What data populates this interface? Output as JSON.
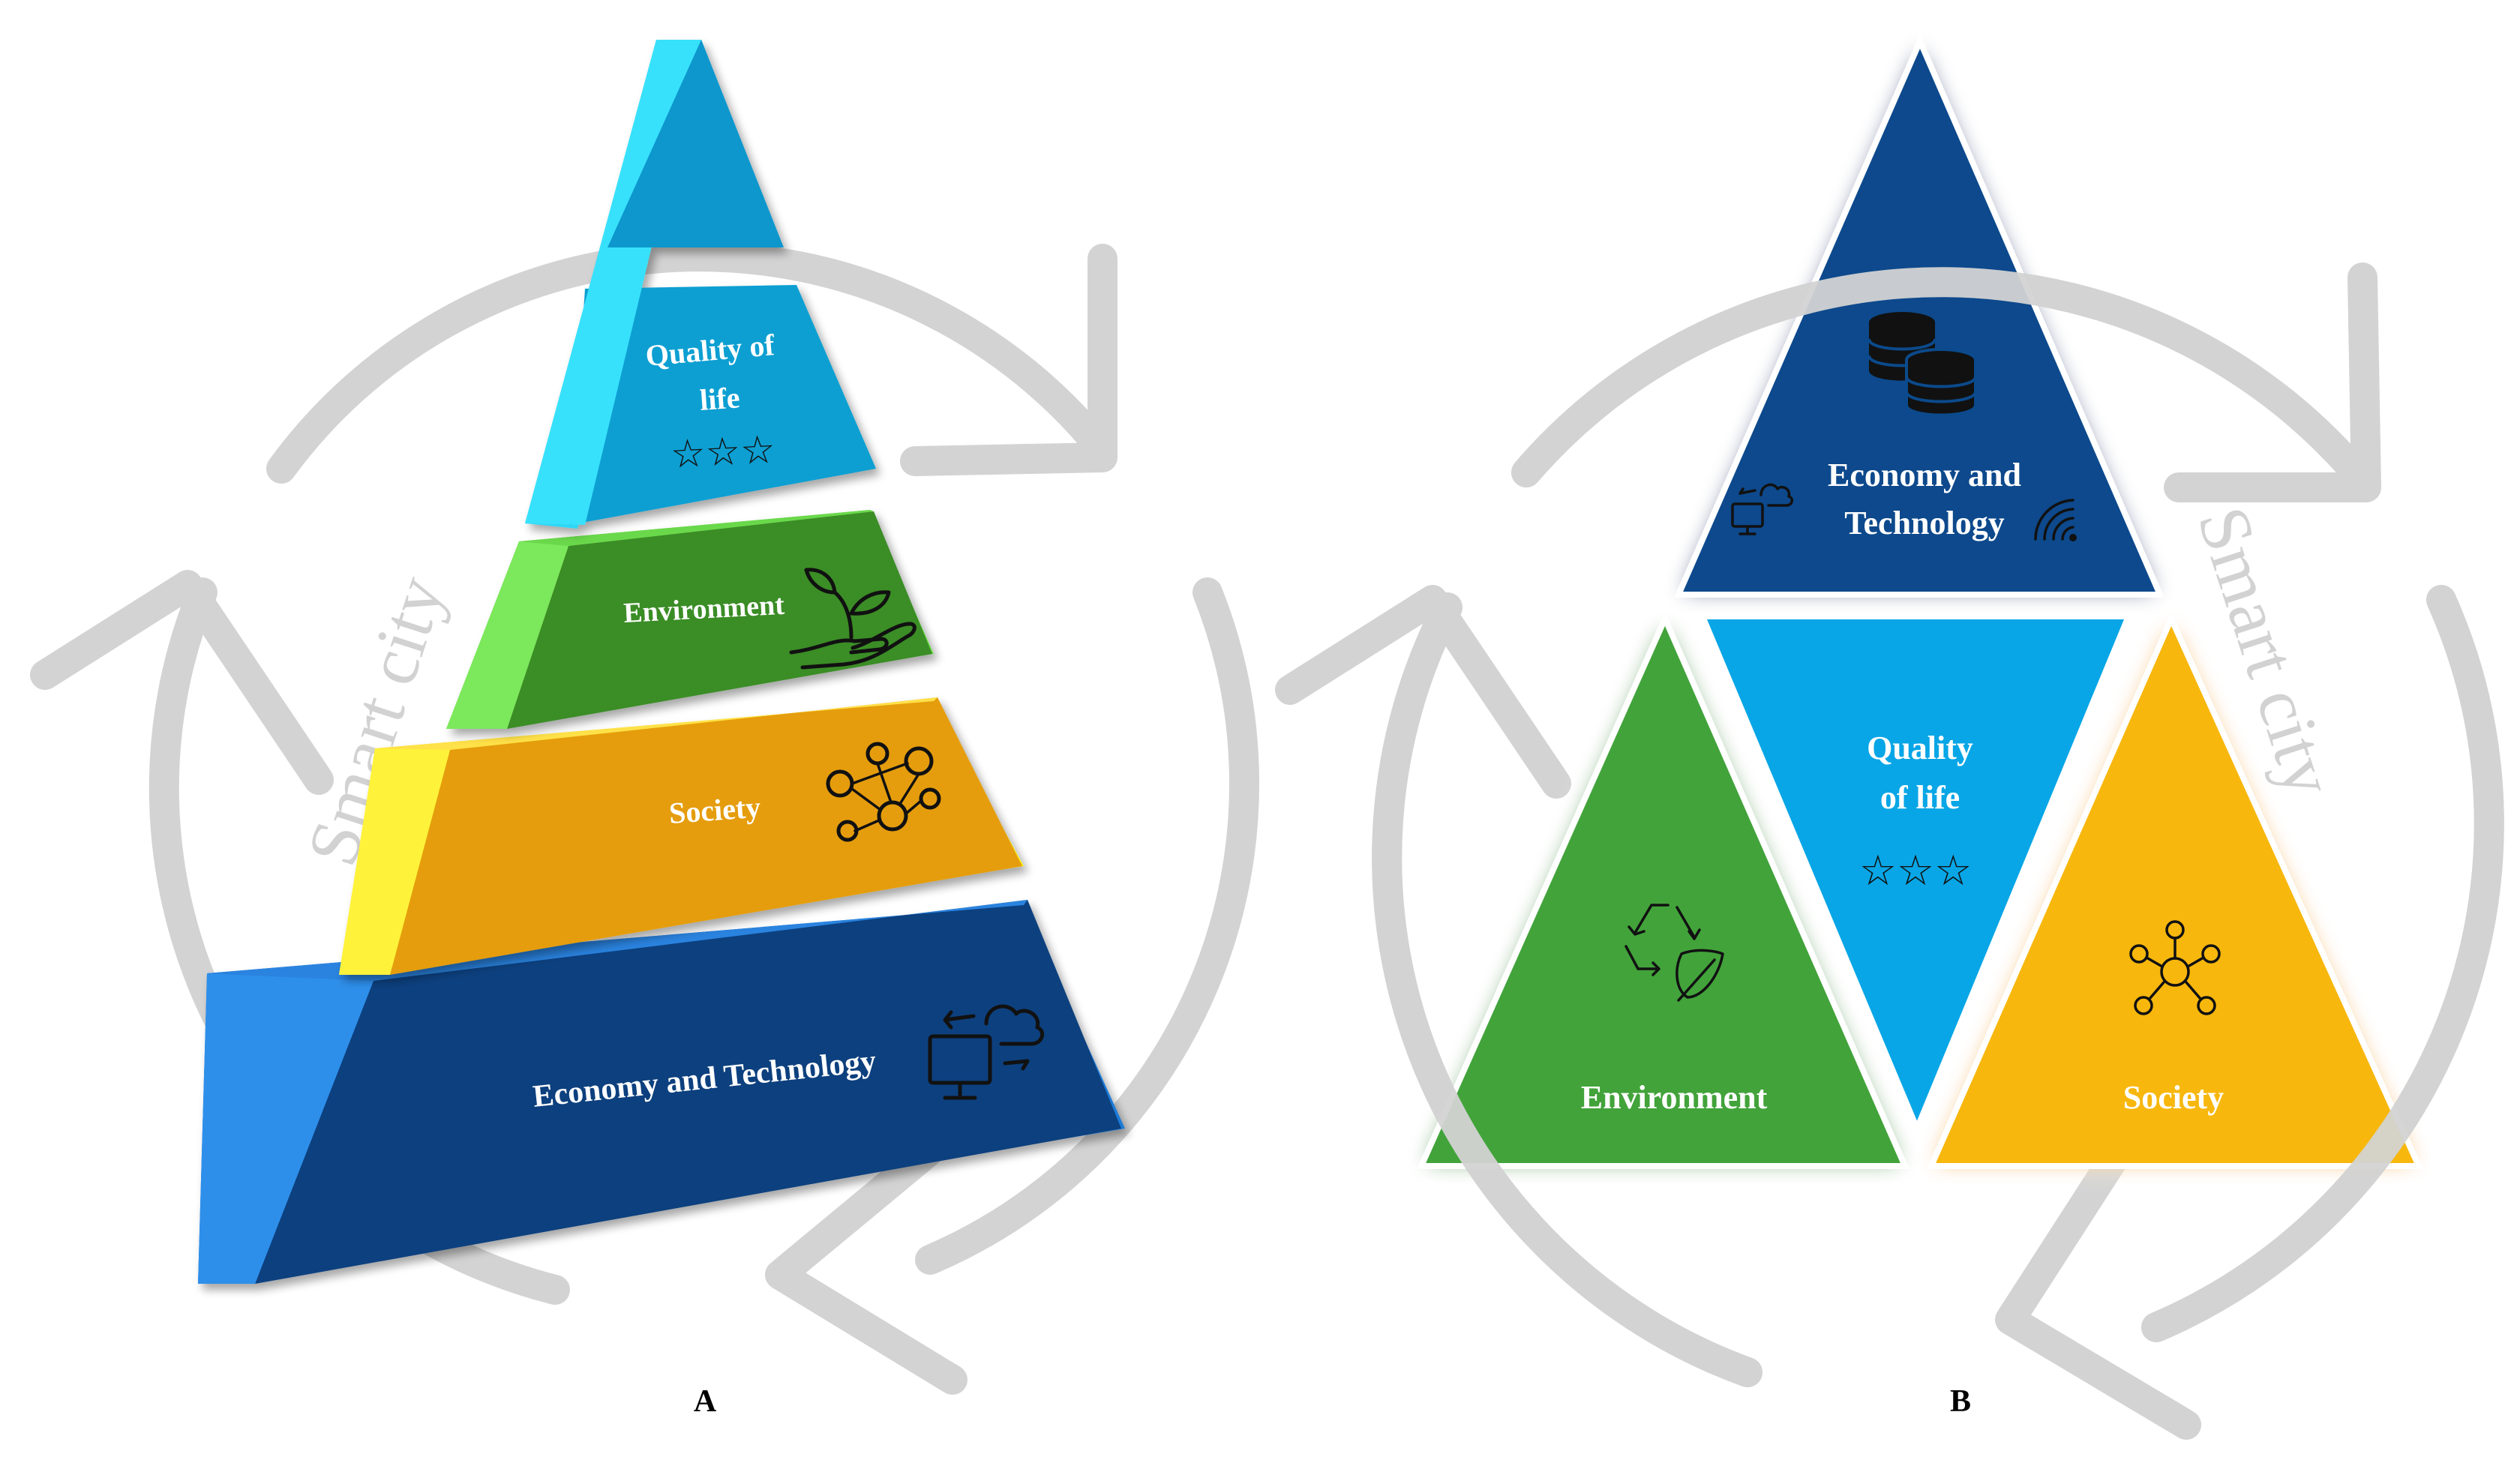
{
  "panel_a": {
    "caption": "A",
    "watermark": "Smart city",
    "levels": [
      {
        "label": "Quality of",
        "label_line2": "life",
        "stars": "☆☆☆",
        "color": "#0c9fd2",
        "side": "#2fd7f5",
        "icon": "three-stars-icon"
      },
      {
        "label": "Environment",
        "color": "#3b8d26",
        "side": "#6ddd4a",
        "icon": "sprout-in-hand-icon"
      },
      {
        "label": "Society",
        "color": "#e59d08",
        "side": "#f9f216",
        "icon": "people-network-icon"
      },
      {
        "label": "Economy and Technology",
        "color": "#073f7e",
        "side": "#1f7ad6",
        "icon": "computer-cloud-sync-icon"
      }
    ]
  },
  "panel_b": {
    "caption": "B",
    "watermark": "Smart city",
    "top": {
      "label_line1": "Economy and",
      "label_line2": "Technology",
      "color": "#0b4a8c",
      "icon": "coin-stacks-icon"
    },
    "center": {
      "label_line1": "Quality",
      "label_line2": "of life",
      "stars": "☆☆☆",
      "color": "#08a6e6"
    },
    "left": {
      "label": "Environment",
      "color": "#43a33a",
      "icon": "recycle-leaf-icon"
    },
    "right": {
      "label": "Society",
      "color": "#f7b709",
      "icon": "people-network-icon"
    }
  },
  "colors": {
    "arrow_gray": "#d3d3d3",
    "label_white": "#ffffff"
  }
}
